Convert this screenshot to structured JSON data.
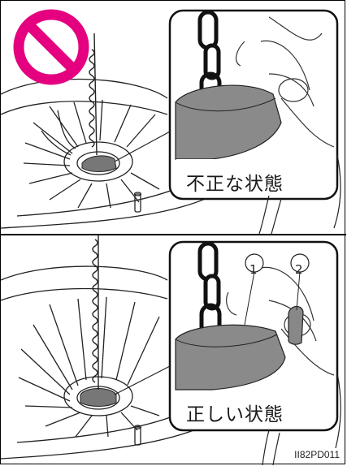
{
  "top_panel": {
    "caption": "不正な状態",
    "prohibited_symbol": "no-entry-icon",
    "prohibited_color": "#e4007f"
  },
  "bottom_panel": {
    "caption": "正しい状態",
    "callouts": [
      "1",
      "2"
    ]
  },
  "figure_code": "II82PD011"
}
